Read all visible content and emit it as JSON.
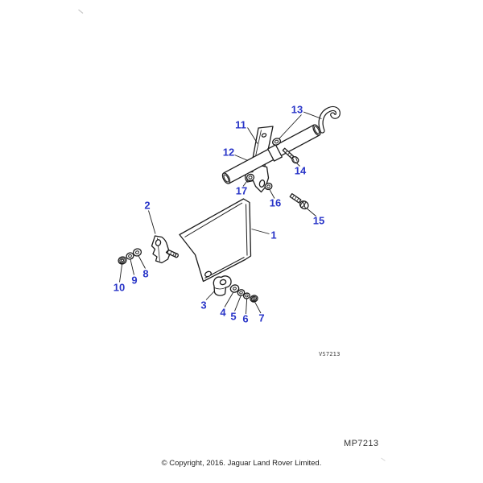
{
  "colors": {
    "callout": "#2a36c8",
    "line": "#1c1c1c"
  },
  "diagram": {
    "type": "exploded-parts-diagram",
    "callouts": [
      "1",
      "2",
      "3",
      "4",
      "5",
      "6",
      "7",
      "8",
      "9",
      "10",
      "11",
      "12",
      "13",
      "14",
      "15",
      "16",
      "17"
    ],
    "codes": {
      "watermark": "VS7213",
      "figure": "MP7213"
    }
  },
  "footer": {
    "copyright": "© Copyright, 2016. Jaguar Land Rover Limited."
  }
}
